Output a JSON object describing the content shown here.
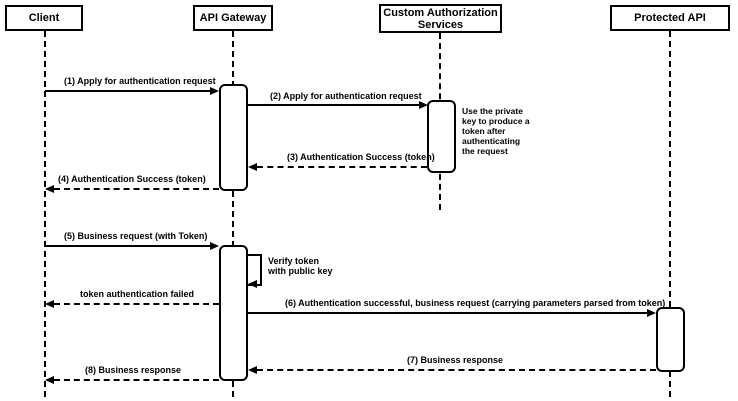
{
  "diagram": {
    "type": "sequence-diagram",
    "colors": {
      "line": "#000000",
      "background": "#ffffff",
      "box_fill": "#ffffff"
    },
    "participants": [
      {
        "id": "client",
        "label": "Client"
      },
      {
        "id": "api-gateway",
        "label": "API Gateway"
      },
      {
        "id": "custom-auth",
        "label": "Custom Authorization\nServices"
      },
      {
        "id": "protected-api",
        "label": "Protected API"
      }
    ],
    "messages": [
      {
        "label": "(1) Apply for authentication request",
        "from": "Client",
        "to": "API Gateway",
        "style": "solid"
      },
      {
        "label": "(2) Apply for authentication request",
        "from": "API Gateway",
        "to": "Custom Authorization Services",
        "style": "solid"
      },
      {
        "label": "(3) Authentication Success (token)",
        "from": "Custom Authorization Services",
        "to": "API Gateway",
        "style": "dashed"
      },
      {
        "label": "(4) Authentication Success (token)",
        "from": "API Gateway",
        "to": "Client",
        "style": "dashed"
      },
      {
        "label": "(5) Business request (with Token)",
        "from": "Client",
        "to": "API Gateway",
        "style": "solid"
      },
      {
        "label": "Verify token\nwith public key",
        "from": "API Gateway",
        "to": "API Gateway",
        "style": "self"
      },
      {
        "label": "token authentication failed",
        "from": "API Gateway",
        "to": "Client",
        "style": "dashed"
      },
      {
        "label": "(6) Authentication successful, business request (carrying parameters parsed from token)",
        "from": "API Gateway",
        "to": "Protected API",
        "style": "solid"
      },
      {
        "label": "(7) Business response",
        "from": "Protected API",
        "to": "API Gateway",
        "style": "dashed"
      },
      {
        "label": "(8) Business response",
        "from": "API Gateway",
        "to": "Client",
        "style": "dashed"
      }
    ],
    "notes": [
      {
        "label": "Use the private\nkey to produce a\ntoken after\nauthenticating\nthe request",
        "attached_to": "Custom Authorization Services"
      }
    ]
  }
}
